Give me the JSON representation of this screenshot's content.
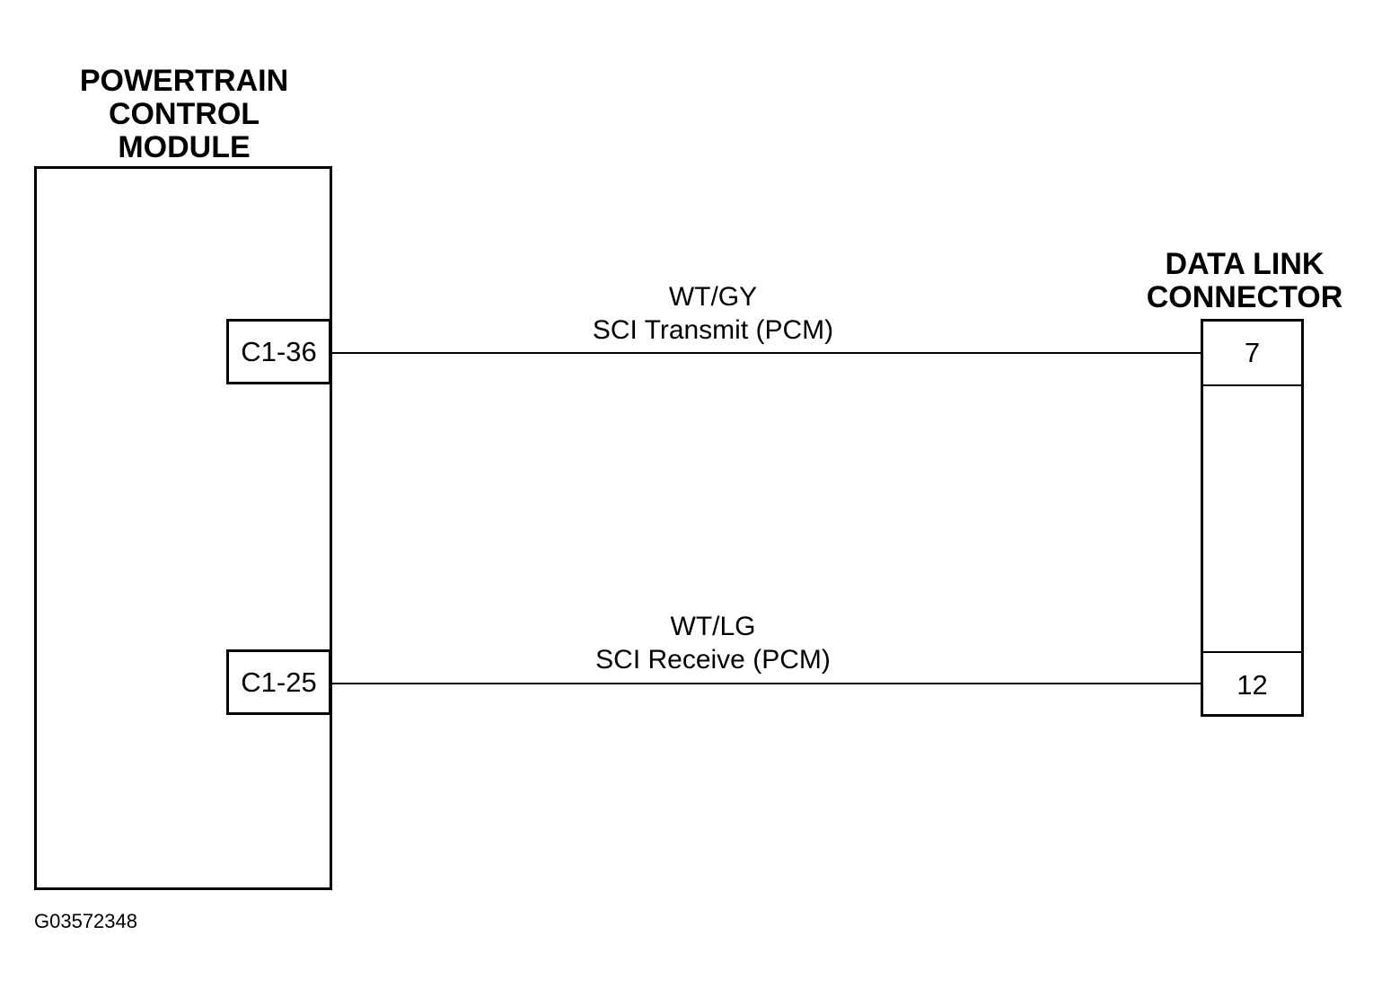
{
  "pcm": {
    "title_lines": [
      "POWERTRAIN",
      "CONTROL",
      "MODULE"
    ],
    "pins": [
      "C1-36",
      "C1-25"
    ]
  },
  "dlc": {
    "title_lines": [
      "DATA LINK",
      "CONNECTOR"
    ],
    "pins": [
      "7",
      "12"
    ]
  },
  "wires": [
    {
      "color_code": "WT/GY",
      "description": "SCI Transmit (PCM)"
    },
    {
      "color_code": "WT/LG",
      "description": "SCI Receive (PCM)"
    }
  ],
  "figure_id": "G03572348"
}
